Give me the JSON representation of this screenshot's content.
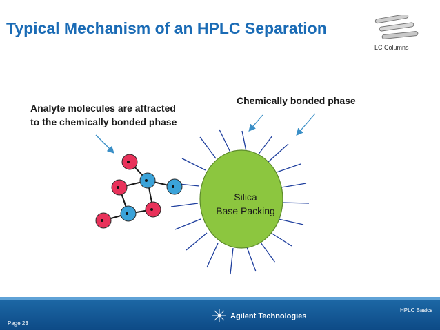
{
  "slide": {
    "title": "Typical Mechanism of an HPLC Separation",
    "lc_columns_label": "LC Columns",
    "analyte_label_line1": "Analyte molecules are attracted",
    "analyte_label_line2": "to the chemically bonded phase",
    "bonded_phase_label": "Chemically bonded phase",
    "silica_line1": "Silica",
    "silica_line2": "Base Packing"
  },
  "footer": {
    "page": "Page 23",
    "section": "HPLC Basics",
    "company": "Agilent Technologies"
  },
  "colors": {
    "title_blue": "#1a6bb5",
    "silica_green": "#8cc63f",
    "atom_red": "#e8325a",
    "atom_blue": "#3ba3d9",
    "footer_blue": "#0d4a86"
  }
}
